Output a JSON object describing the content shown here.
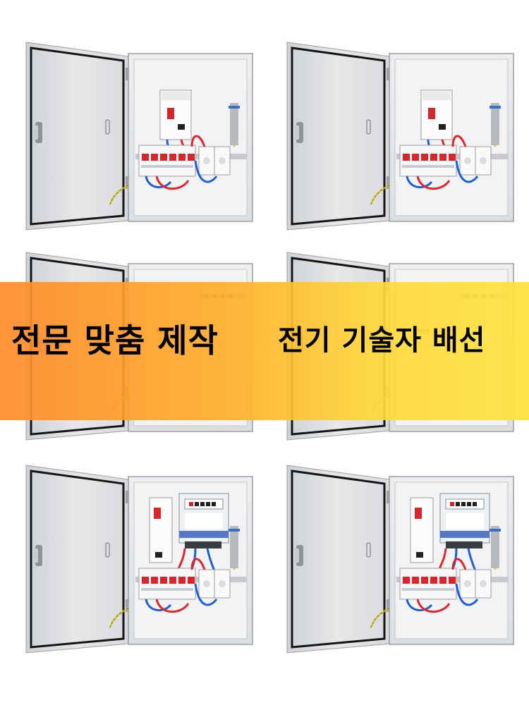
{
  "banner": {
    "left_text": "전문 맞춤 제작",
    "right_text": "전기 기술자 배선"
  },
  "colors": {
    "cabinet_body": "#e2e4e6",
    "door_gasket": "#151515",
    "breaker_red": "#d8242b",
    "wire_blue": "#1d5fd8",
    "wire_red": "#e0262a",
    "wire_yellow": "#e7c21c",
    "banner_orange": "#ff8a2a",
    "banner_yellow": "#ffe23d"
  },
  "photos": [
    {
      "variant": "breaker-panel"
    },
    {
      "variant": "breaker-panel"
    },
    {
      "variant": "empty-panel"
    },
    {
      "variant": "empty-panel"
    },
    {
      "variant": "meter-panel"
    },
    {
      "variant": "meter-panel"
    }
  ]
}
